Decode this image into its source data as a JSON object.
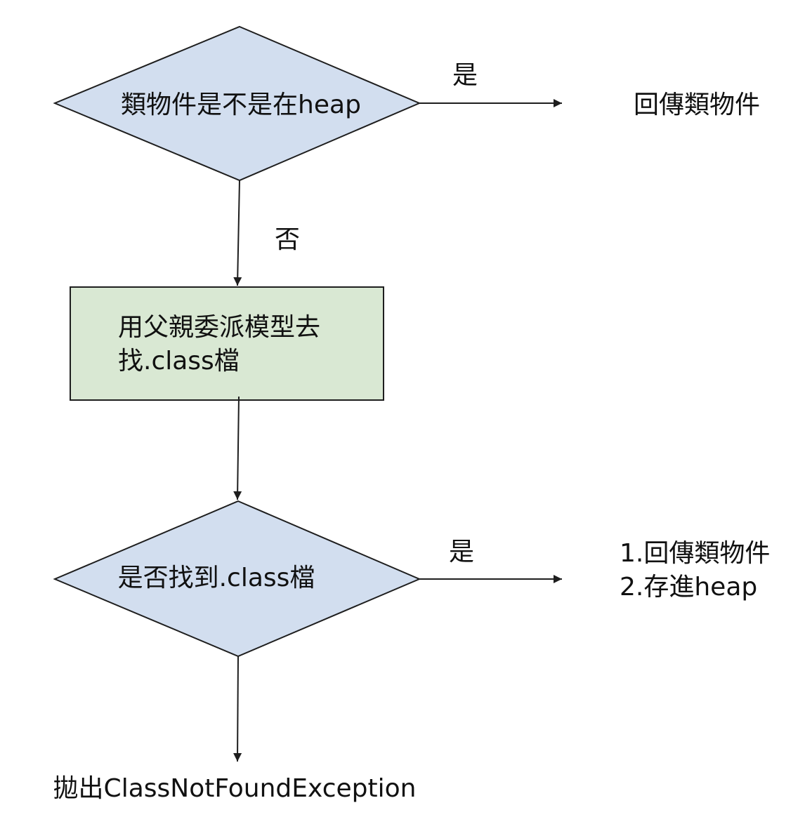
{
  "nodes": {
    "decision_heap": {
      "text": "類物件是不是在heap",
      "fill": "#d2deef",
      "stroke": "#1e1e1e"
    },
    "process_parent": {
      "lines": [
        "用父親委派模型去",
        "找.class檔"
      ],
      "fill": "#d9e8d3",
      "stroke": "#1e1e1e"
    },
    "decision_found": {
      "text": "是否找到.class檔",
      "fill": "#d2deef",
      "stroke": "#1e1e1e"
    }
  },
  "outcomes": {
    "return_object": "回傳類物件",
    "return_and_store": [
      "1.回傳類物件",
      "2.存進heap"
    ],
    "throw": "拋出ClassNotFoundException"
  },
  "edges": {
    "yes_1": "是",
    "no_1": "否",
    "yes_2": "是"
  },
  "style": {
    "line_color": "#1e1e1e"
  }
}
